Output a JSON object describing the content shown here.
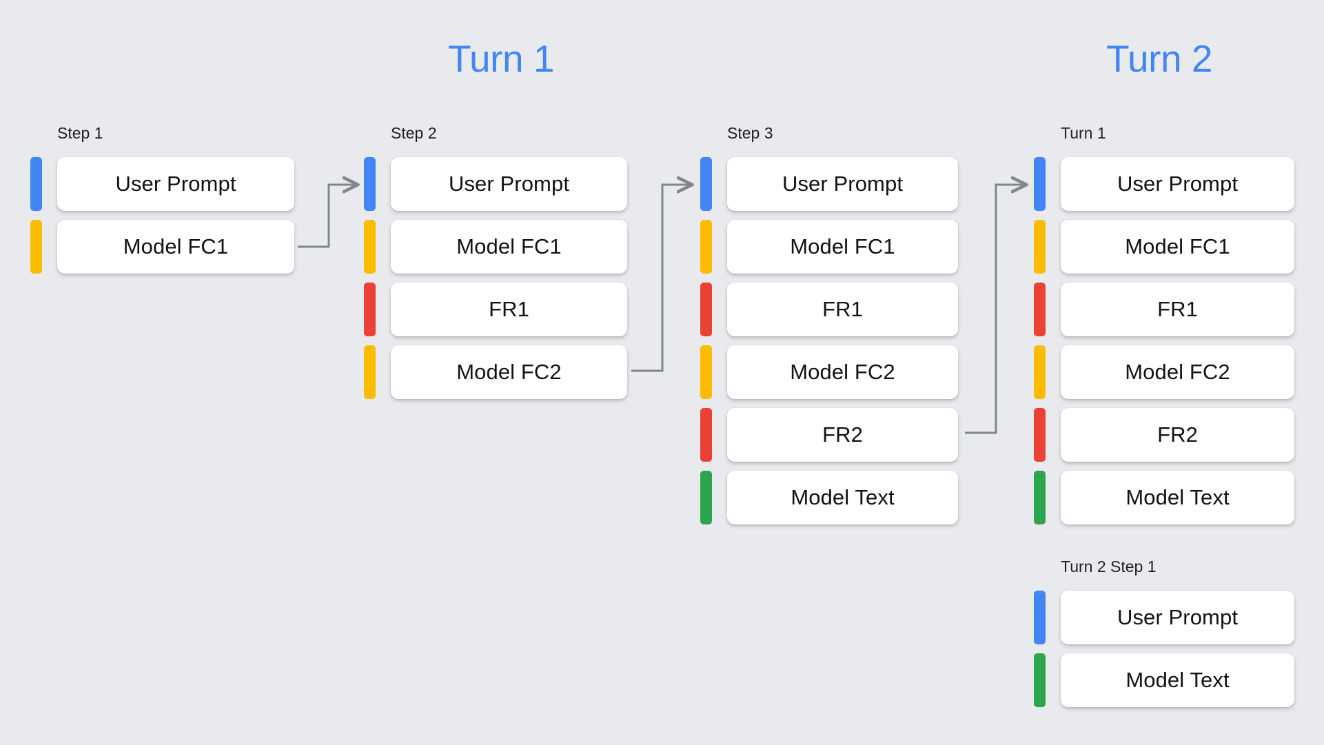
{
  "background_color": "#e8eaed",
  "palette": {
    "blue": "#4285f4",
    "yellow": "#fbbc04",
    "red": "#ea4335",
    "green": "#2da44e",
    "card": "#ffffff",
    "text": "#121212",
    "connector": "#80868b"
  },
  "titles": {
    "turn1": "Turn 1",
    "turn2": "Turn 2"
  },
  "columns": [
    {
      "id": "step1",
      "label": "Step 1",
      "rows": [
        {
          "color": "blue",
          "label": "User Prompt"
        },
        {
          "color": "yellow",
          "label": "Model FC1"
        }
      ]
    },
    {
      "id": "step2",
      "label": "Step 2",
      "rows": [
        {
          "color": "blue",
          "label": "User Prompt"
        },
        {
          "color": "yellow",
          "label": "Model FC1"
        },
        {
          "color": "red",
          "label": "FR1"
        },
        {
          "color": "yellow",
          "label": "Model FC2"
        }
      ]
    },
    {
      "id": "step3",
      "label": "Step 3",
      "rows": [
        {
          "color": "blue",
          "label": "User Prompt"
        },
        {
          "color": "yellow",
          "label": "Model FC1"
        },
        {
          "color": "red",
          "label": "FR1"
        },
        {
          "color": "yellow",
          "label": "Model FC2"
        },
        {
          "color": "red",
          "label": "FR2"
        },
        {
          "color": "green",
          "label": "Model Text"
        }
      ]
    },
    {
      "id": "t2-turn1",
      "label": "Turn 1",
      "rows": [
        {
          "color": "blue",
          "label": "User Prompt"
        },
        {
          "color": "yellow",
          "label": "Model FC1"
        },
        {
          "color": "red",
          "label": "FR1"
        },
        {
          "color": "yellow",
          "label": "Model FC2"
        },
        {
          "color": "red",
          "label": "FR2"
        },
        {
          "color": "green",
          "label": "Model Text"
        }
      ]
    },
    {
      "id": "t2-step1",
      "label": "Turn 2 Step 1",
      "rows": [
        {
          "color": "blue",
          "label": "User Prompt"
        },
        {
          "color": "green",
          "label": "Model Text"
        }
      ]
    }
  ],
  "connectors": [
    {
      "id": "step1-to-step2",
      "from_row": "Model FC1",
      "to_row": "User Prompt"
    },
    {
      "id": "step2-to-step3",
      "from_row": "Model FC2",
      "to_row": "User Prompt"
    },
    {
      "id": "step3-to-turn2",
      "from_row": "FR2",
      "to_row": "User Prompt"
    }
  ]
}
